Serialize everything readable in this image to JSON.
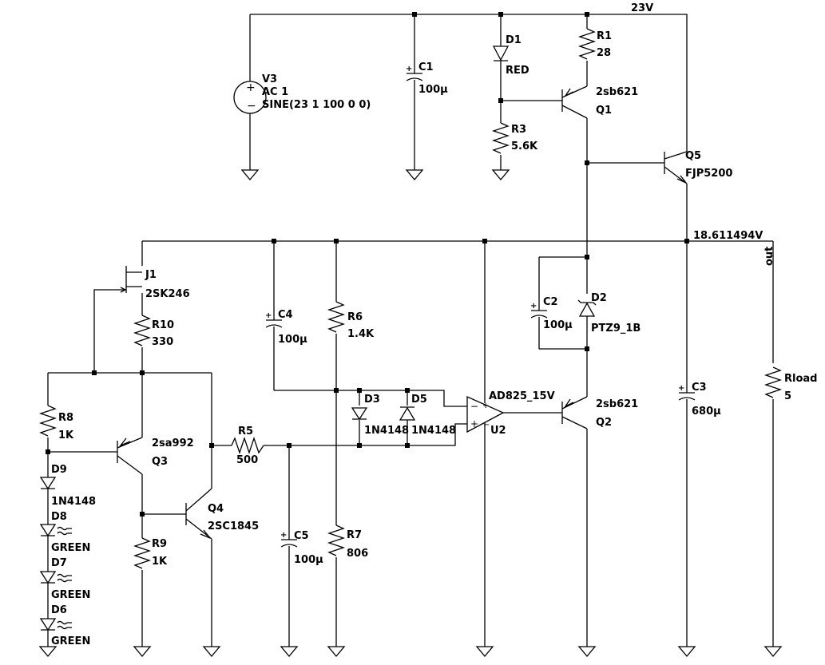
{
  "net_labels": {
    "supply": "23V",
    "output_voltage": "18.611494V",
    "output_net": "out"
  },
  "components": {
    "V3": {
      "ref": "V3",
      "line1": "AC 1",
      "line2": "SINE(23 1 100 0 0)"
    },
    "C1": {
      "ref": "C1",
      "value": "100µ"
    },
    "D1": {
      "ref": "D1",
      "value": "RED"
    },
    "R1": {
      "ref": "R1",
      "value": "28"
    },
    "Q1": {
      "ref": "Q1",
      "value": "2sb621"
    },
    "R3": {
      "ref": "R3",
      "value": "5.6K"
    },
    "Q5": {
      "ref": "Q5",
      "value": "FJP5200"
    },
    "J1": {
      "ref": "J1",
      "value": "2SK246"
    },
    "R10": {
      "ref": "R10",
      "value": "330"
    },
    "C4": {
      "ref": "C4",
      "value": "100µ"
    },
    "R6": {
      "ref": "R6",
      "value": "1.4K"
    },
    "C2": {
      "ref": "C2",
      "value": "100µ"
    },
    "D2": {
      "ref": "D2",
      "value": "PTZ9_1B"
    },
    "C3": {
      "ref": "C3",
      "value": "680µ"
    },
    "Rload": {
      "ref": "Rload",
      "value": "5"
    },
    "R8": {
      "ref": "R8",
      "value": "1K"
    },
    "Q3": {
      "ref": "Q3",
      "value": "2sa992"
    },
    "D9": {
      "ref": "D9",
      "value": "1N4148"
    },
    "D8": {
      "ref": "D8",
      "value": "GREEN"
    },
    "D7": {
      "ref": "D7",
      "value": "GREEN"
    },
    "D6": {
      "ref": "D6",
      "value": "GREEN"
    },
    "R5": {
      "ref": "R5",
      "value": "500"
    },
    "D3": {
      "ref": "D3",
      "value": "1N4148"
    },
    "D5": {
      "ref": "D5",
      "value": "1N4148"
    },
    "U2": {
      "ref": "U2",
      "value": "AD825_15V"
    },
    "Q2": {
      "ref": "Q2",
      "value": "2sb621"
    },
    "Q4": {
      "ref": "Q4",
      "value": "2SC1845"
    },
    "R9": {
      "ref": "R9",
      "value": "1K"
    },
    "C5": {
      "ref": "C5",
      "value": "100µ"
    },
    "R7": {
      "ref": "R7",
      "value": "806"
    }
  }
}
